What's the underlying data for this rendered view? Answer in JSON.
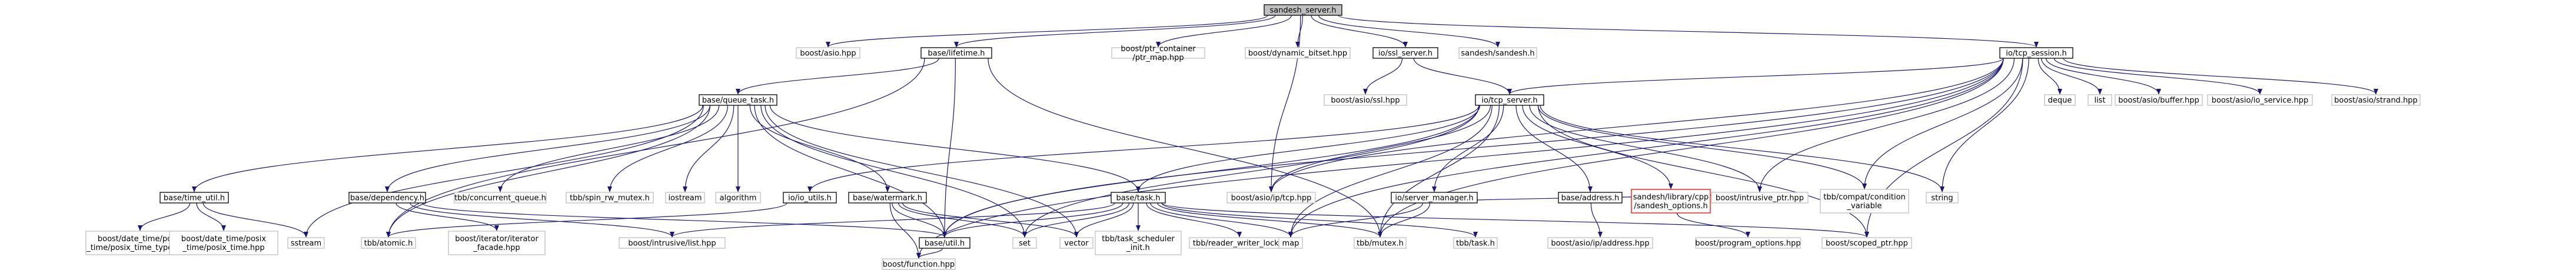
{
  "colors": {
    "edge": "#191970",
    "root_fill": "#bfbfbf",
    "node_border": "#000000",
    "external_border": "#bfbfbf",
    "missing_border": "#ff0000",
    "node_fill": "#ffffff"
  },
  "nodes": {
    "root": {
      "lines": [
        "sandesh_server.h"
      ],
      "kind": "root"
    },
    "boost_asio_hpp": {
      "lines": [
        "boost/asio.hpp"
      ],
      "kind": "external"
    },
    "base_lifetime": {
      "lines": [
        "base/lifetime.h"
      ],
      "kind": "internal"
    },
    "ptr_map": {
      "lines": [
        "boost/ptr_container",
        "/ptr_map.hpp"
      ],
      "kind": "external"
    },
    "dynamic_bitset": {
      "lines": [
        "boost/dynamic_bitset.hpp"
      ],
      "kind": "external"
    },
    "ssl_server": {
      "lines": [
        "io/ssl_server.h"
      ],
      "kind": "internal"
    },
    "sandesh_h": {
      "lines": [
        "sandesh/sandesh.h"
      ],
      "kind": "external"
    },
    "tcp_session": {
      "lines": [
        "io/tcp_session.h"
      ],
      "kind": "internal"
    },
    "queue_task": {
      "lines": [
        "base/queue_task.h"
      ],
      "kind": "internal"
    },
    "asio_ssl": {
      "lines": [
        "boost/asio/ssl.hpp"
      ],
      "kind": "external"
    },
    "tcp_server": {
      "lines": [
        "io/tcp_server.h"
      ],
      "kind": "internal"
    },
    "deque": {
      "lines": [
        "deque"
      ],
      "kind": "external"
    },
    "list": {
      "lines": [
        "list"
      ],
      "kind": "external"
    },
    "asio_buffer": {
      "lines": [
        "boost/asio/buffer.hpp"
      ],
      "kind": "external"
    },
    "asio_io_service": {
      "lines": [
        "boost/asio/io_service.hpp"
      ],
      "kind": "external"
    },
    "asio_strand": {
      "lines": [
        "boost/asio/strand.hpp"
      ],
      "kind": "external"
    },
    "time_util": {
      "lines": [
        "base/time_util.h"
      ],
      "kind": "internal"
    },
    "dependency": {
      "lines": [
        "base/dependency.h"
      ],
      "kind": "internal"
    },
    "concurrent_queue": {
      "lines": [
        "tbb/concurrent_queue.h"
      ],
      "kind": "external"
    },
    "spin_rw_mutex": {
      "lines": [
        "tbb/spin_rw_mutex.h"
      ],
      "kind": "external"
    },
    "iostream": {
      "lines": [
        "iostream"
      ],
      "kind": "external"
    },
    "algorithm": {
      "lines": [
        "algorithm"
      ],
      "kind": "external"
    },
    "io_utils": {
      "lines": [
        "io/io_utils.h"
      ],
      "kind": "internal"
    },
    "watermark": {
      "lines": [
        "base/watermark.h"
      ],
      "kind": "internal"
    },
    "base_task": {
      "lines": [
        "base/task.h"
      ],
      "kind": "internal"
    },
    "asio_ip_tcp": {
      "lines": [
        "boost/asio/ip/tcp.hpp"
      ],
      "kind": "external"
    },
    "server_manager": {
      "lines": [
        "io/server_manager.h"
      ],
      "kind": "internal"
    },
    "base_address": {
      "lines": [
        "base/address.h"
      ],
      "kind": "internal"
    },
    "sandesh_options": {
      "lines": [
        "sandesh/library/cpp",
        "/sandesh_options.h"
      ],
      "kind": "missing"
    },
    "intrusive_ptr": {
      "lines": [
        "boost/intrusive_ptr.hpp"
      ],
      "kind": "external"
    },
    "compat_condvar": {
      "lines": [
        "tbb/compat/condition",
        "_variable"
      ],
      "kind": "external"
    },
    "string": {
      "lines": [
        "string"
      ],
      "kind": "external"
    },
    "posix_time_types": {
      "lines": [
        "boost/date_time/posix",
        "_time/posix_time_types.hpp"
      ],
      "kind": "external"
    },
    "posix_time": {
      "lines": [
        "boost/date_time/posix",
        "_time/posix_time.hpp"
      ],
      "kind": "external"
    },
    "sstream": {
      "lines": [
        "sstream"
      ],
      "kind": "external"
    },
    "tbb_atomic": {
      "lines": [
        "tbb/atomic.h"
      ],
      "kind": "external"
    },
    "iterator_facade": {
      "lines": [
        "boost/iterator/iterator",
        "_facade.hpp"
      ],
      "kind": "external"
    },
    "intrusive_list": {
      "lines": [
        "boost/intrusive/list.hpp"
      ],
      "kind": "external"
    },
    "base_util": {
      "lines": [
        "base/util.h"
      ],
      "kind": "internal"
    },
    "set": {
      "lines": [
        "set"
      ],
      "kind": "external"
    },
    "vector": {
      "lines": [
        "vector"
      ],
      "kind": "external"
    },
    "task_scheduler_init": {
      "lines": [
        "tbb/task_scheduler",
        "_init.h"
      ],
      "kind": "external"
    },
    "reader_writer_lock": {
      "lines": [
        "tbb/reader_writer_lock.h"
      ],
      "kind": "external"
    },
    "map": {
      "lines": [
        "map"
      ],
      "kind": "external"
    },
    "tbb_mutex": {
      "lines": [
        "tbb/mutex.h"
      ],
      "kind": "external"
    },
    "tbb_task": {
      "lines": [
        "tbb/task.h"
      ],
      "kind": "external"
    },
    "ip_address": {
      "lines": [
        "boost/asio/ip/address.hpp"
      ],
      "kind": "external"
    },
    "program_options": {
      "lines": [
        "boost/program_options.hpp"
      ],
      "kind": "external"
    },
    "scoped_ptr": {
      "lines": [
        "boost/scoped_ptr.hpp"
      ],
      "kind": "external"
    },
    "boost_function": {
      "lines": [
        "boost/function.hpp"
      ],
      "kind": "external"
    }
  },
  "edges": [
    [
      "root",
      "boost_asio_hpp"
    ],
    [
      "root",
      "base_lifetime"
    ],
    [
      "root",
      "ptr_map"
    ],
    [
      "root",
      "dynamic_bitset"
    ],
    [
      "root",
      "ssl_server"
    ],
    [
      "root",
      "sandesh_h"
    ],
    [
      "root",
      "tcp_session"
    ],
    [
      "root",
      "asio_ip_tcp"
    ],
    [
      "base_lifetime",
      "queue_task"
    ],
    [
      "base_lifetime",
      "tbb_atomic"
    ],
    [
      "base_lifetime",
      "base_util"
    ],
    [
      "base_lifetime",
      "tbb_mutex"
    ],
    [
      "ssl_server",
      "asio_ssl"
    ],
    [
      "ssl_server",
      "tcp_server"
    ],
    [
      "tcp_session",
      "tcp_server"
    ],
    [
      "tcp_session",
      "deque"
    ],
    [
      "tcp_session",
      "list"
    ],
    [
      "tcp_session",
      "asio_buffer"
    ],
    [
      "tcp_session",
      "asio_io_service"
    ],
    [
      "tcp_session",
      "asio_strand"
    ],
    [
      "tcp_session",
      "intrusive_ptr"
    ],
    [
      "tcp_session",
      "compat_condvar"
    ],
    [
      "tcp_session",
      "string"
    ],
    [
      "tcp_session",
      "asio_ip_tcp"
    ],
    [
      "tcp_session",
      "base_util"
    ],
    [
      "tcp_session",
      "tbb_mutex"
    ],
    [
      "tcp_session",
      "scoped_ptr"
    ],
    [
      "tcp_session",
      "boost_function"
    ],
    [
      "tcp_session",
      "map"
    ],
    [
      "queue_task",
      "time_util"
    ],
    [
      "queue_task",
      "dependency"
    ],
    [
      "queue_task",
      "concurrent_queue"
    ],
    [
      "queue_task",
      "spin_rw_mutex"
    ],
    [
      "queue_task",
      "iostream"
    ],
    [
      "queue_task",
      "algorithm"
    ],
    [
      "queue_task",
      "watermark"
    ],
    [
      "queue_task",
      "base_task"
    ],
    [
      "queue_task",
      "tbb_atomic"
    ],
    [
      "queue_task",
      "sstream"
    ],
    [
      "queue_task",
      "vector"
    ],
    [
      "queue_task",
      "set"
    ],
    [
      "queue_task",
      "base_util"
    ],
    [
      "tcp_server",
      "io_utils"
    ],
    [
      "tcp_server",
      "base_task"
    ],
    [
      "tcp_server",
      "asio_ip_tcp"
    ],
    [
      "tcp_server",
      "server_manager"
    ],
    [
      "tcp_server",
      "base_address"
    ],
    [
      "tcp_server",
      "sandesh_options"
    ],
    [
      "tcp_server",
      "intrusive_ptr"
    ],
    [
      "tcp_server",
      "compat_condvar"
    ],
    [
      "tcp_server",
      "string"
    ],
    [
      "tcp_server",
      "map"
    ],
    [
      "tcp_server",
      "tbb_mutex"
    ],
    [
      "tcp_server",
      "base_util"
    ],
    [
      "tcp_server",
      "set"
    ],
    [
      "tcp_server",
      "scoped_ptr"
    ],
    [
      "time_util",
      "posix_time_types"
    ],
    [
      "time_util",
      "posix_time"
    ],
    [
      "time_util",
      "sstream"
    ],
    [
      "dependency",
      "iterator_facade"
    ],
    [
      "dependency",
      "intrusive_list"
    ],
    [
      "dependency",
      "base_util"
    ],
    [
      "io_utils",
      "tbb_atomic"
    ],
    [
      "watermark",
      "boost_function"
    ],
    [
      "watermark",
      "base_util"
    ],
    [
      "watermark",
      "set"
    ],
    [
      "watermark",
      "vector"
    ],
    [
      "base_task",
      "base_util"
    ],
    [
      "base_task",
      "set"
    ],
    [
      "base_task",
      "vector"
    ],
    [
      "base_task",
      "intrusive_list"
    ],
    [
      "base_task",
      "task_scheduler_init"
    ],
    [
      "base_task",
      "reader_writer_lock"
    ],
    [
      "base_task",
      "map"
    ],
    [
      "base_task",
      "tbb_mutex"
    ],
    [
      "base_task",
      "tbb_task"
    ],
    [
      "base_task",
      "scoped_ptr"
    ],
    [
      "server_manager",
      "map"
    ],
    [
      "server_manager",
      "tbb_mutex"
    ],
    [
      "server_manager",
      "intrusive_ptr"
    ],
    [
      "base_address",
      "ip_address"
    ],
    [
      "sandesh_options",
      "program_options"
    ],
    [
      "base_util",
      "boost_function"
    ]
  ]
}
